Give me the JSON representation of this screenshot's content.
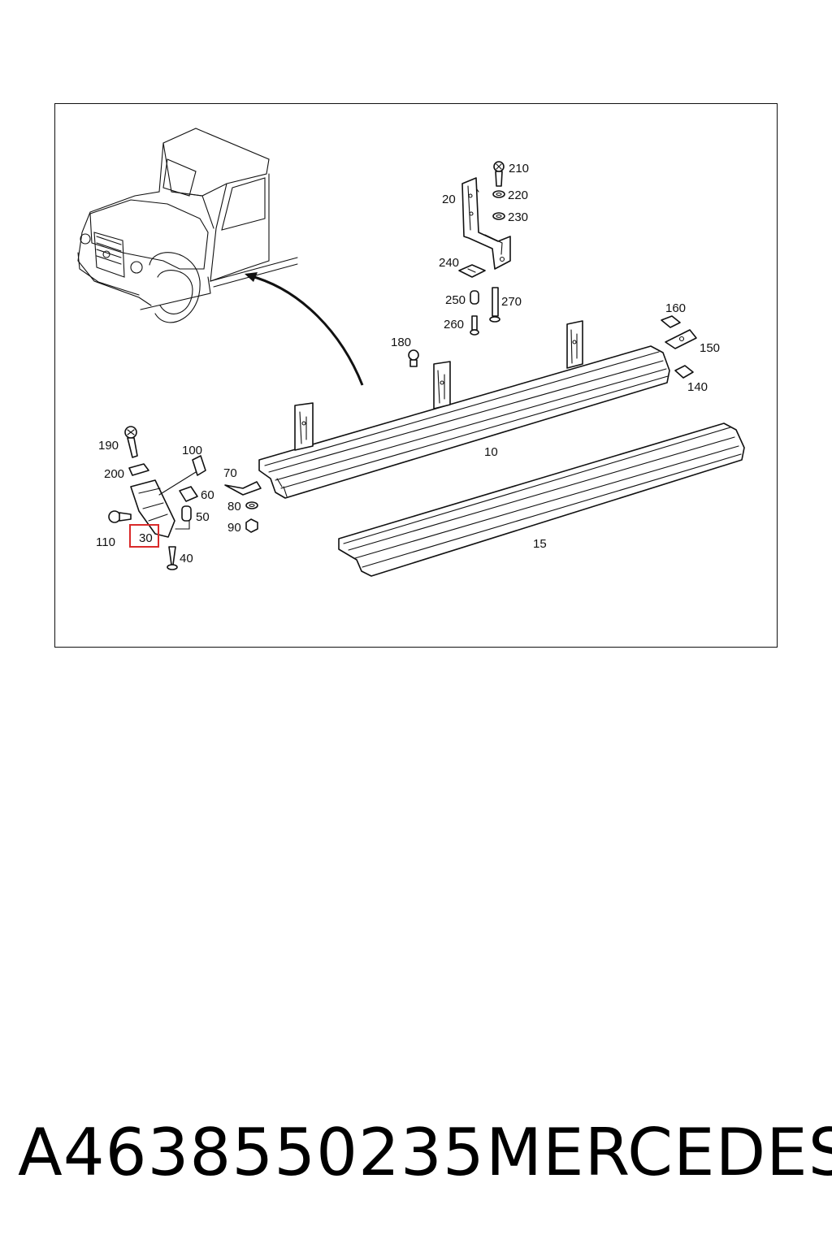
{
  "diagram": {
    "callouts": {
      "c10": "10",
      "c15": "15",
      "c20": "20",
      "c30": "30",
      "c40": "40",
      "c50": "50",
      "c60": "60",
      "c70": "70",
      "c80": "80",
      "c90": "90",
      "c100": "100",
      "c110": "110",
      "c140": "140",
      "c150": "150",
      "c160": "160",
      "c180": "180",
      "c190": "190",
      "c200": "200",
      "c210": "210",
      "c220": "220",
      "c230": "230",
      "c240": "240",
      "c250": "250",
      "c260": "260",
      "c270": "270"
    },
    "highlighted_callout": "30",
    "highlight_color": "#d92a2a"
  },
  "footer": {
    "part_number": "A4638550235",
    "brand": "MERCEDES"
  }
}
